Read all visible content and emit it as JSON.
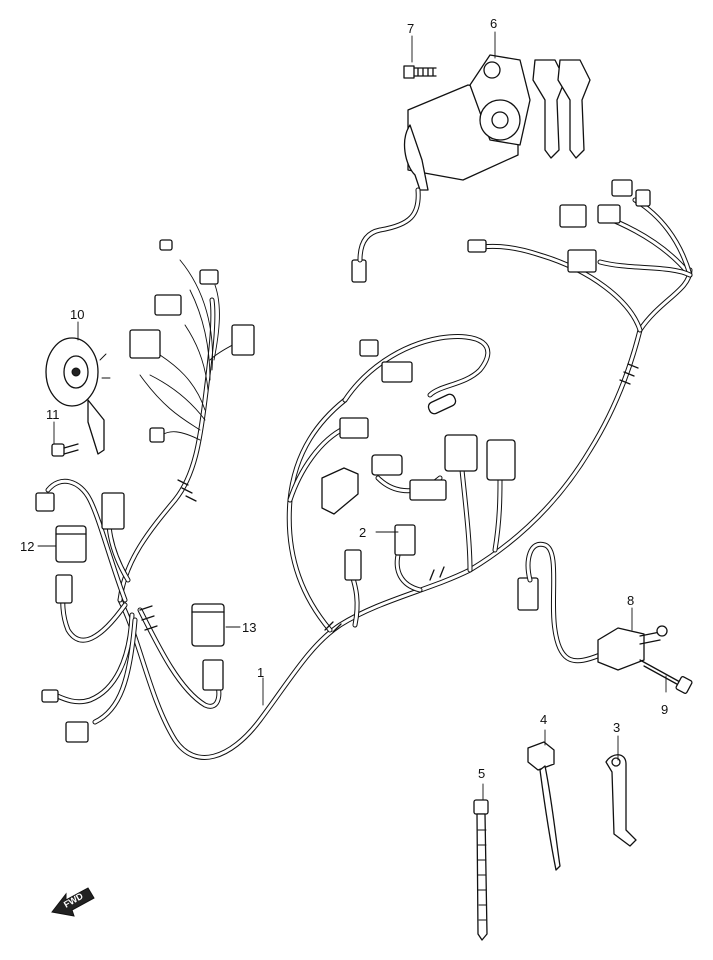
{
  "callouts": [
    {
      "id": "1",
      "label": "1"
    },
    {
      "id": "2",
      "label": "2"
    },
    {
      "id": "3",
      "label": "3"
    },
    {
      "id": "4",
      "label": "4"
    },
    {
      "id": "5",
      "label": "5"
    },
    {
      "id": "6",
      "label": "6"
    },
    {
      "id": "7",
      "label": "7"
    },
    {
      "id": "8",
      "label": "8"
    },
    {
      "id": "9",
      "label": "9"
    },
    {
      "id": "10",
      "label": "10"
    },
    {
      "id": "11",
      "label": "11"
    },
    {
      "id": "12",
      "label": "12"
    },
    {
      "id": "13",
      "label": "13"
    }
  ],
  "direction_badge": {
    "label": "FWD",
    "icon": "forward-arrow-icon"
  }
}
